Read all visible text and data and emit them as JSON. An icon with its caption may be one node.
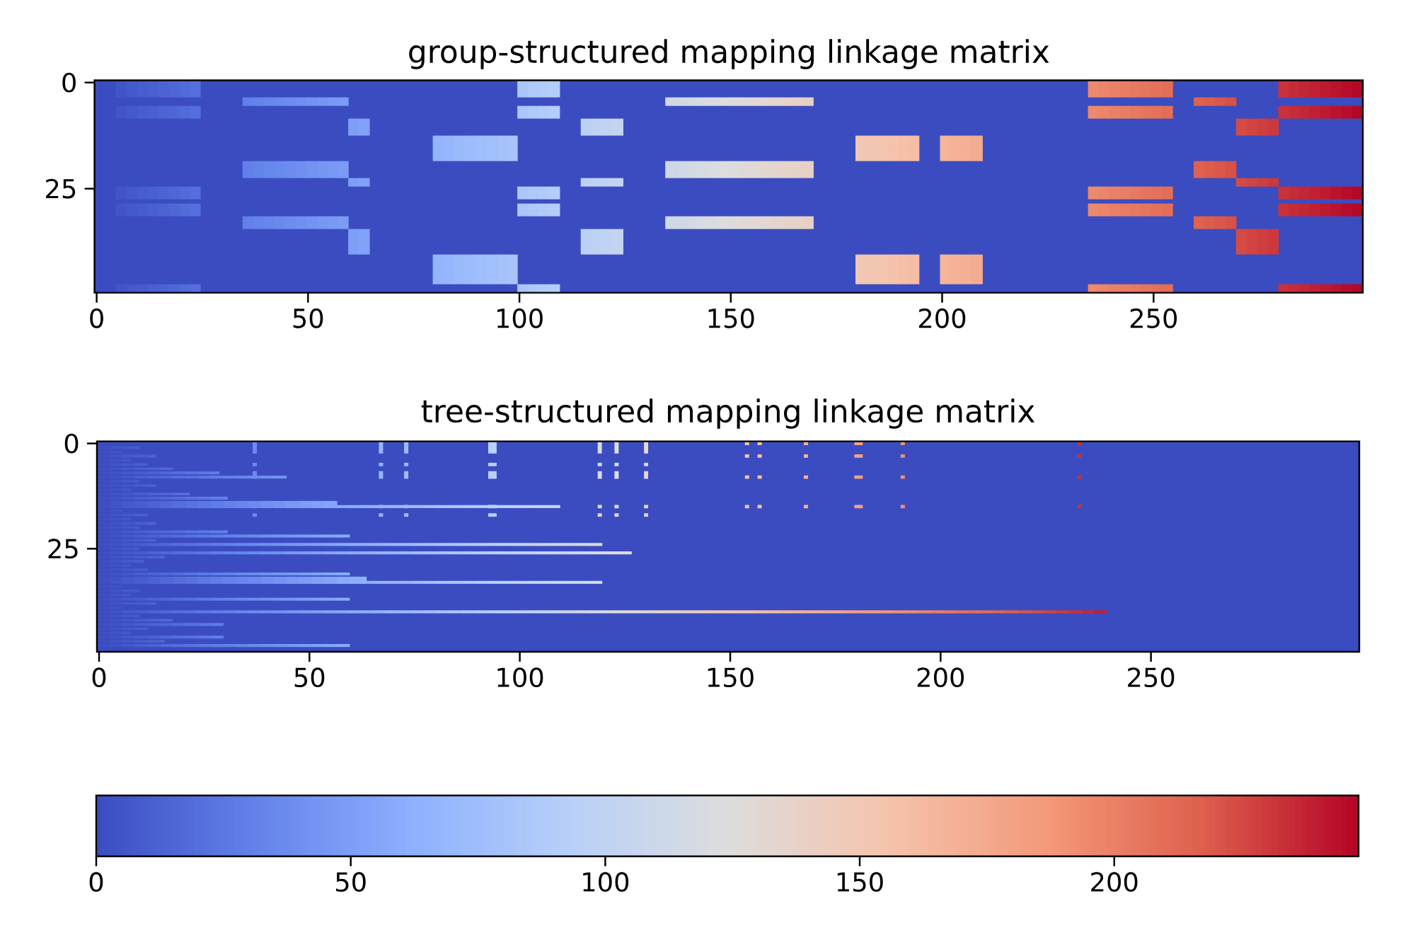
{
  "diagram": {
    "nodes": [
      {
        "text": [
          "group-structured mapping linkage matrix"
        ]
      },
      {
        "text": [
          "tree-structured mapping linkage matrix"
        ]
      },
      {
        "text": [],
        "shape": "bar"
      }
    ],
    "labels": [
      "0",
      "25",
      "0",
      "50",
      "100",
      "150",
      "200",
      "250",
      "0",
      "25",
      "0",
      "50",
      "100",
      "150",
      "200",
      "250",
      "0",
      "50",
      "100",
      "150",
      "200"
    ]
  }
}
